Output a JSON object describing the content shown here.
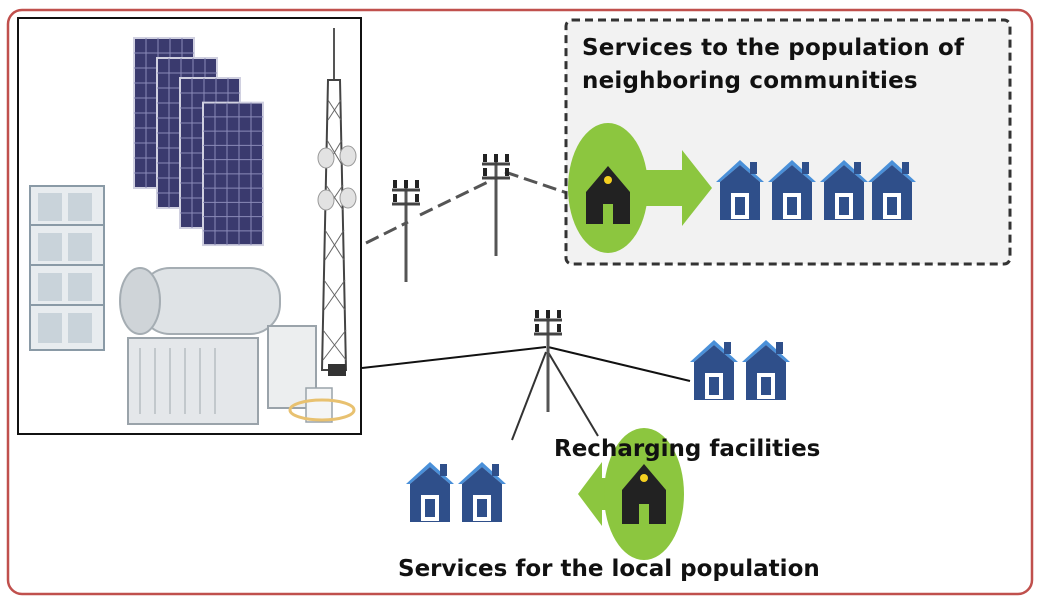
{
  "labels": {
    "neighboring_line1": "Services to the population of",
    "neighboring_line2": "neighboring communities",
    "recharging": "Recharging facilities",
    "local": "Services for the local population"
  },
  "colors": {
    "frame": "#c0504d",
    "house_roof": "#4a90d9",
    "house_body": "#2f4f8a",
    "green_circle": "#8cc63f",
    "arrow_green": "#8cc63f",
    "dashed_box_bg": "#f2f2f2",
    "solar_panel": "#3a3a6e"
  },
  "icons": [
    "solar-panel-icon",
    "battery-rack-icon",
    "fuel-tank-icon",
    "generator-icon",
    "telecom-tower-icon",
    "utility-pole-icon",
    "house-icon",
    "home-circle-icon",
    "arrow-right-icon"
  ]
}
